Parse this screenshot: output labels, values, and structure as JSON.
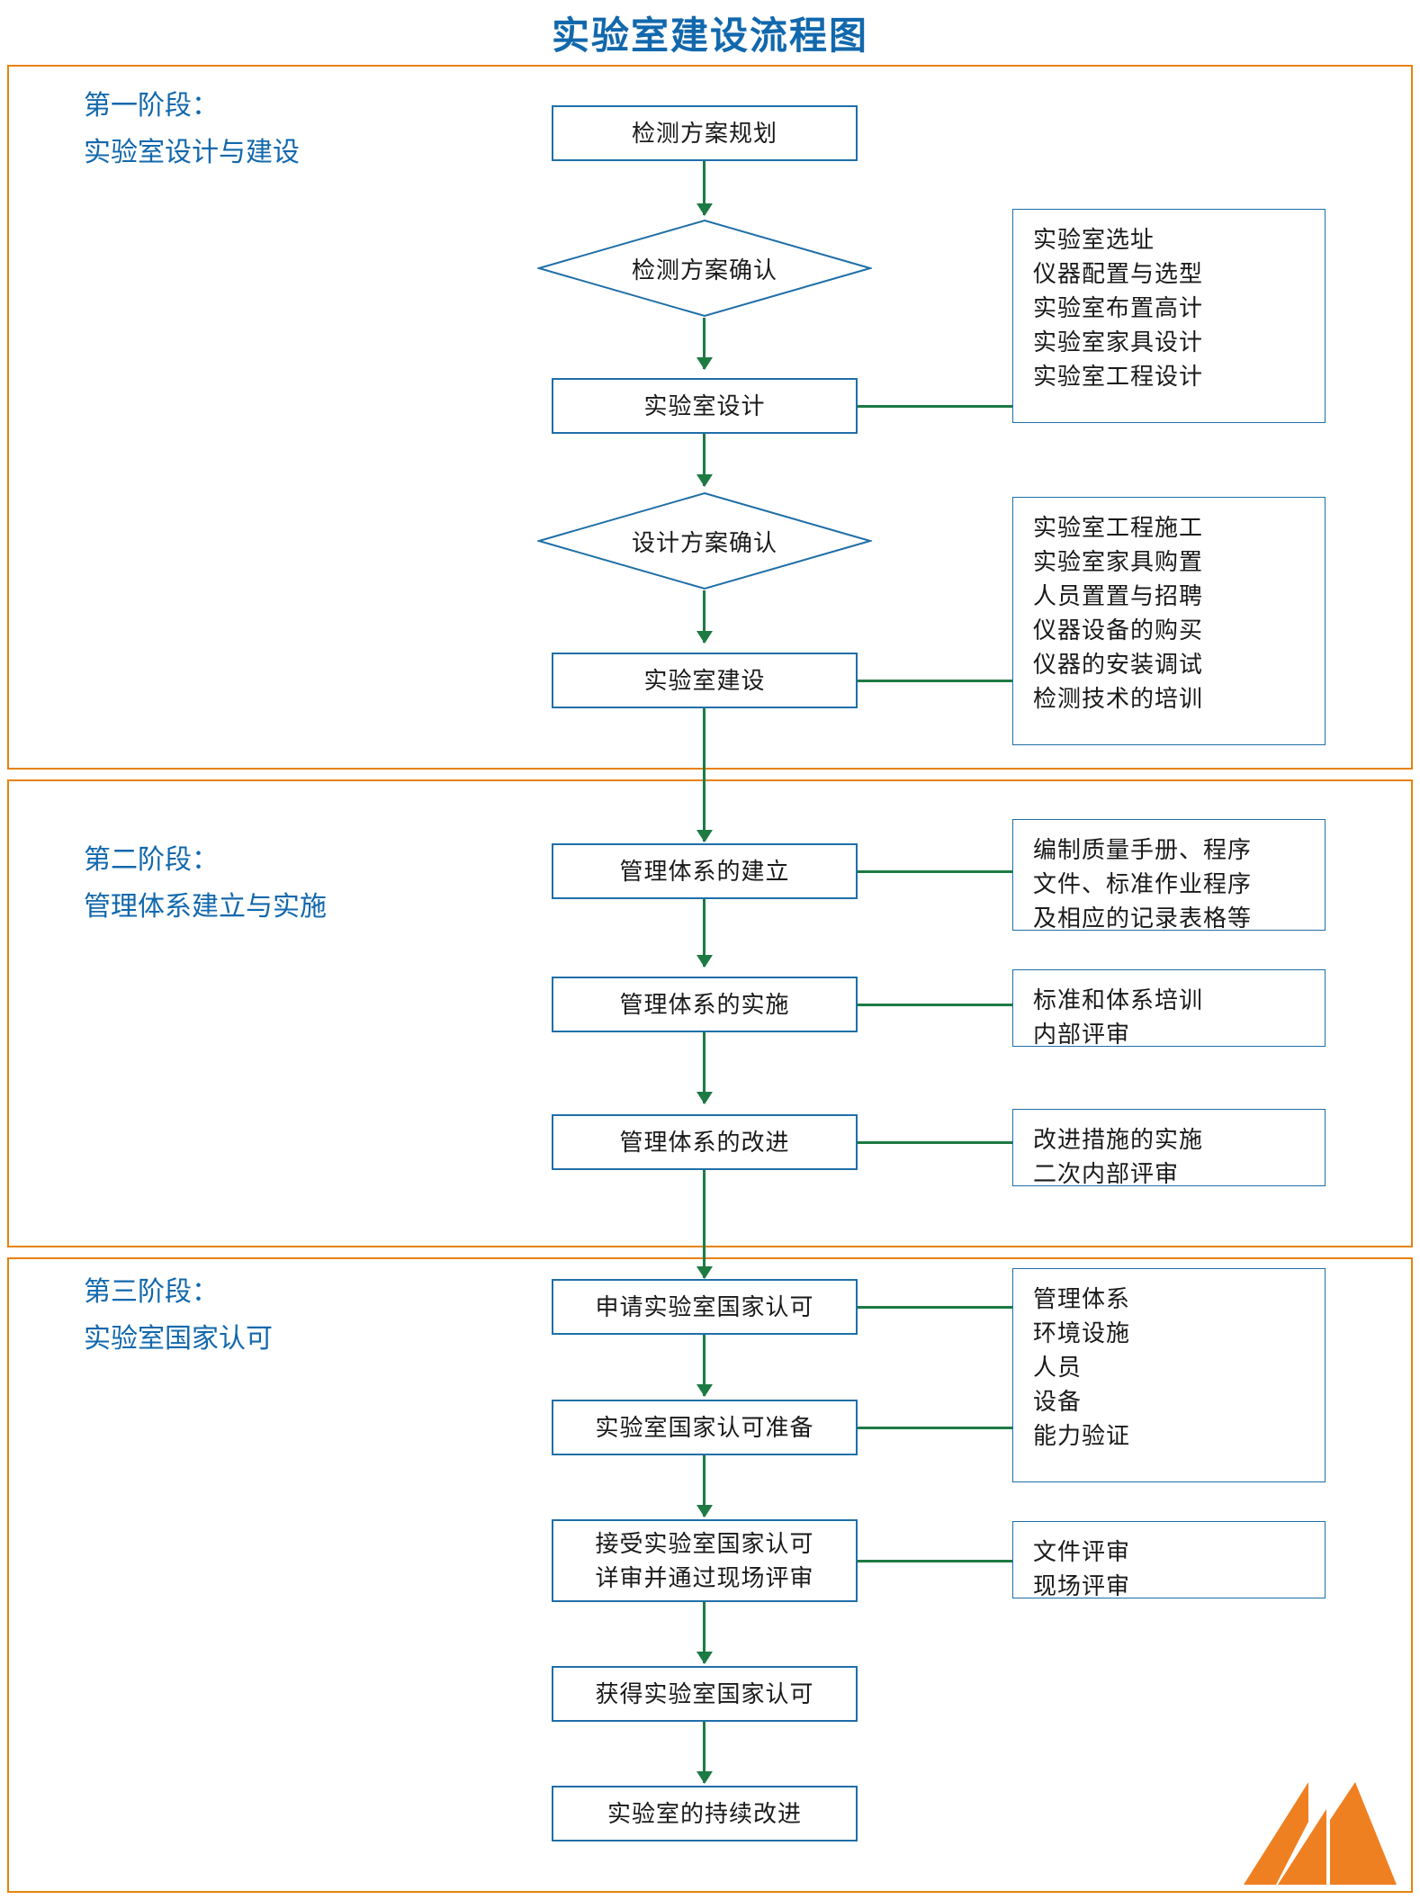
{
  "title": "实验室建设流程图",
  "colors": {
    "title": "#1268ac",
    "frame": "#e8820c",
    "node_border": "#1f6fa8",
    "connector": "#1d7a43",
    "stage_label": "#1268ac",
    "logo": "#ef8022"
  },
  "stages": [
    {
      "id": "stage-1",
      "line1": "第一阶段：",
      "line2": "实验室设计与建设",
      "nodes": [
        {
          "key": "n1",
          "label": "检测方案规划",
          "shape": "process"
        },
        {
          "key": "n2",
          "label": "检测方案确认",
          "shape": "decision"
        },
        {
          "key": "n3",
          "label": "实验室设计",
          "shape": "process"
        },
        {
          "key": "n4",
          "label": "设计方案确认",
          "shape": "decision"
        },
        {
          "key": "n5",
          "label": "实验室建设",
          "shape": "process"
        }
      ],
      "notes": [
        {
          "key": "note1",
          "lines": [
            "实验室选址",
            "仪器配置与选型",
            "实验室布置高计",
            "实验室家具设计",
            "实验室工程设计"
          ]
        },
        {
          "key": "note2",
          "lines": [
            "实验室工程施工",
            "实验室家具购置",
            "人员置置与招聘",
            "仪器设备的购买",
            "仪器的安装调试",
            "检测技术的培训"
          ]
        }
      ]
    },
    {
      "id": "stage-2",
      "line1": "第二阶段：",
      "line2": "管理体系建立与实施",
      "nodes": [
        {
          "key": "n6",
          "label": "管理体系的建立",
          "shape": "process"
        },
        {
          "key": "n7",
          "label": "管理体系的实施",
          "shape": "process"
        },
        {
          "key": "n8",
          "label": "管理体系的改进",
          "shape": "process"
        }
      ],
      "notes": [
        {
          "key": "note3",
          "lines": [
            "编制质量手册、程序",
            "文件、标准作业程序",
            "及相应的记录表格等"
          ]
        },
        {
          "key": "note4",
          "lines": [
            "标准和体系培训",
            "内部评审"
          ]
        },
        {
          "key": "note5",
          "lines": [
            "改进措施的实施",
            "二次内部评审"
          ]
        }
      ]
    },
    {
      "id": "stage-3",
      "line1": "第三阶段：",
      "line2": "实验室国家认可",
      "nodes": [
        {
          "key": "n9",
          "label": "申请实验室国家认可",
          "shape": "process"
        },
        {
          "key": "n10",
          "label": "实验室国家认可准备",
          "shape": "process"
        },
        {
          "key": "n11a",
          "label": "接受实验室国家认可",
          "label2": "详审并通过现场评审",
          "shape": "process"
        },
        {
          "key": "n12",
          "label": "获得实验室国家认可",
          "shape": "process"
        },
        {
          "key": "n13",
          "label": "实验室的持续改进",
          "shape": "process"
        }
      ],
      "notes": [
        {
          "key": "note6",
          "lines": [
            "管理体系",
            "环境设施",
            "人员",
            "设备",
            "能力验证"
          ]
        },
        {
          "key": "note7",
          "lines": [
            "文件评审",
            "现场评审"
          ]
        }
      ]
    }
  ],
  "logo": {
    "name": "company-logo",
    "color": "#ef8022"
  }
}
